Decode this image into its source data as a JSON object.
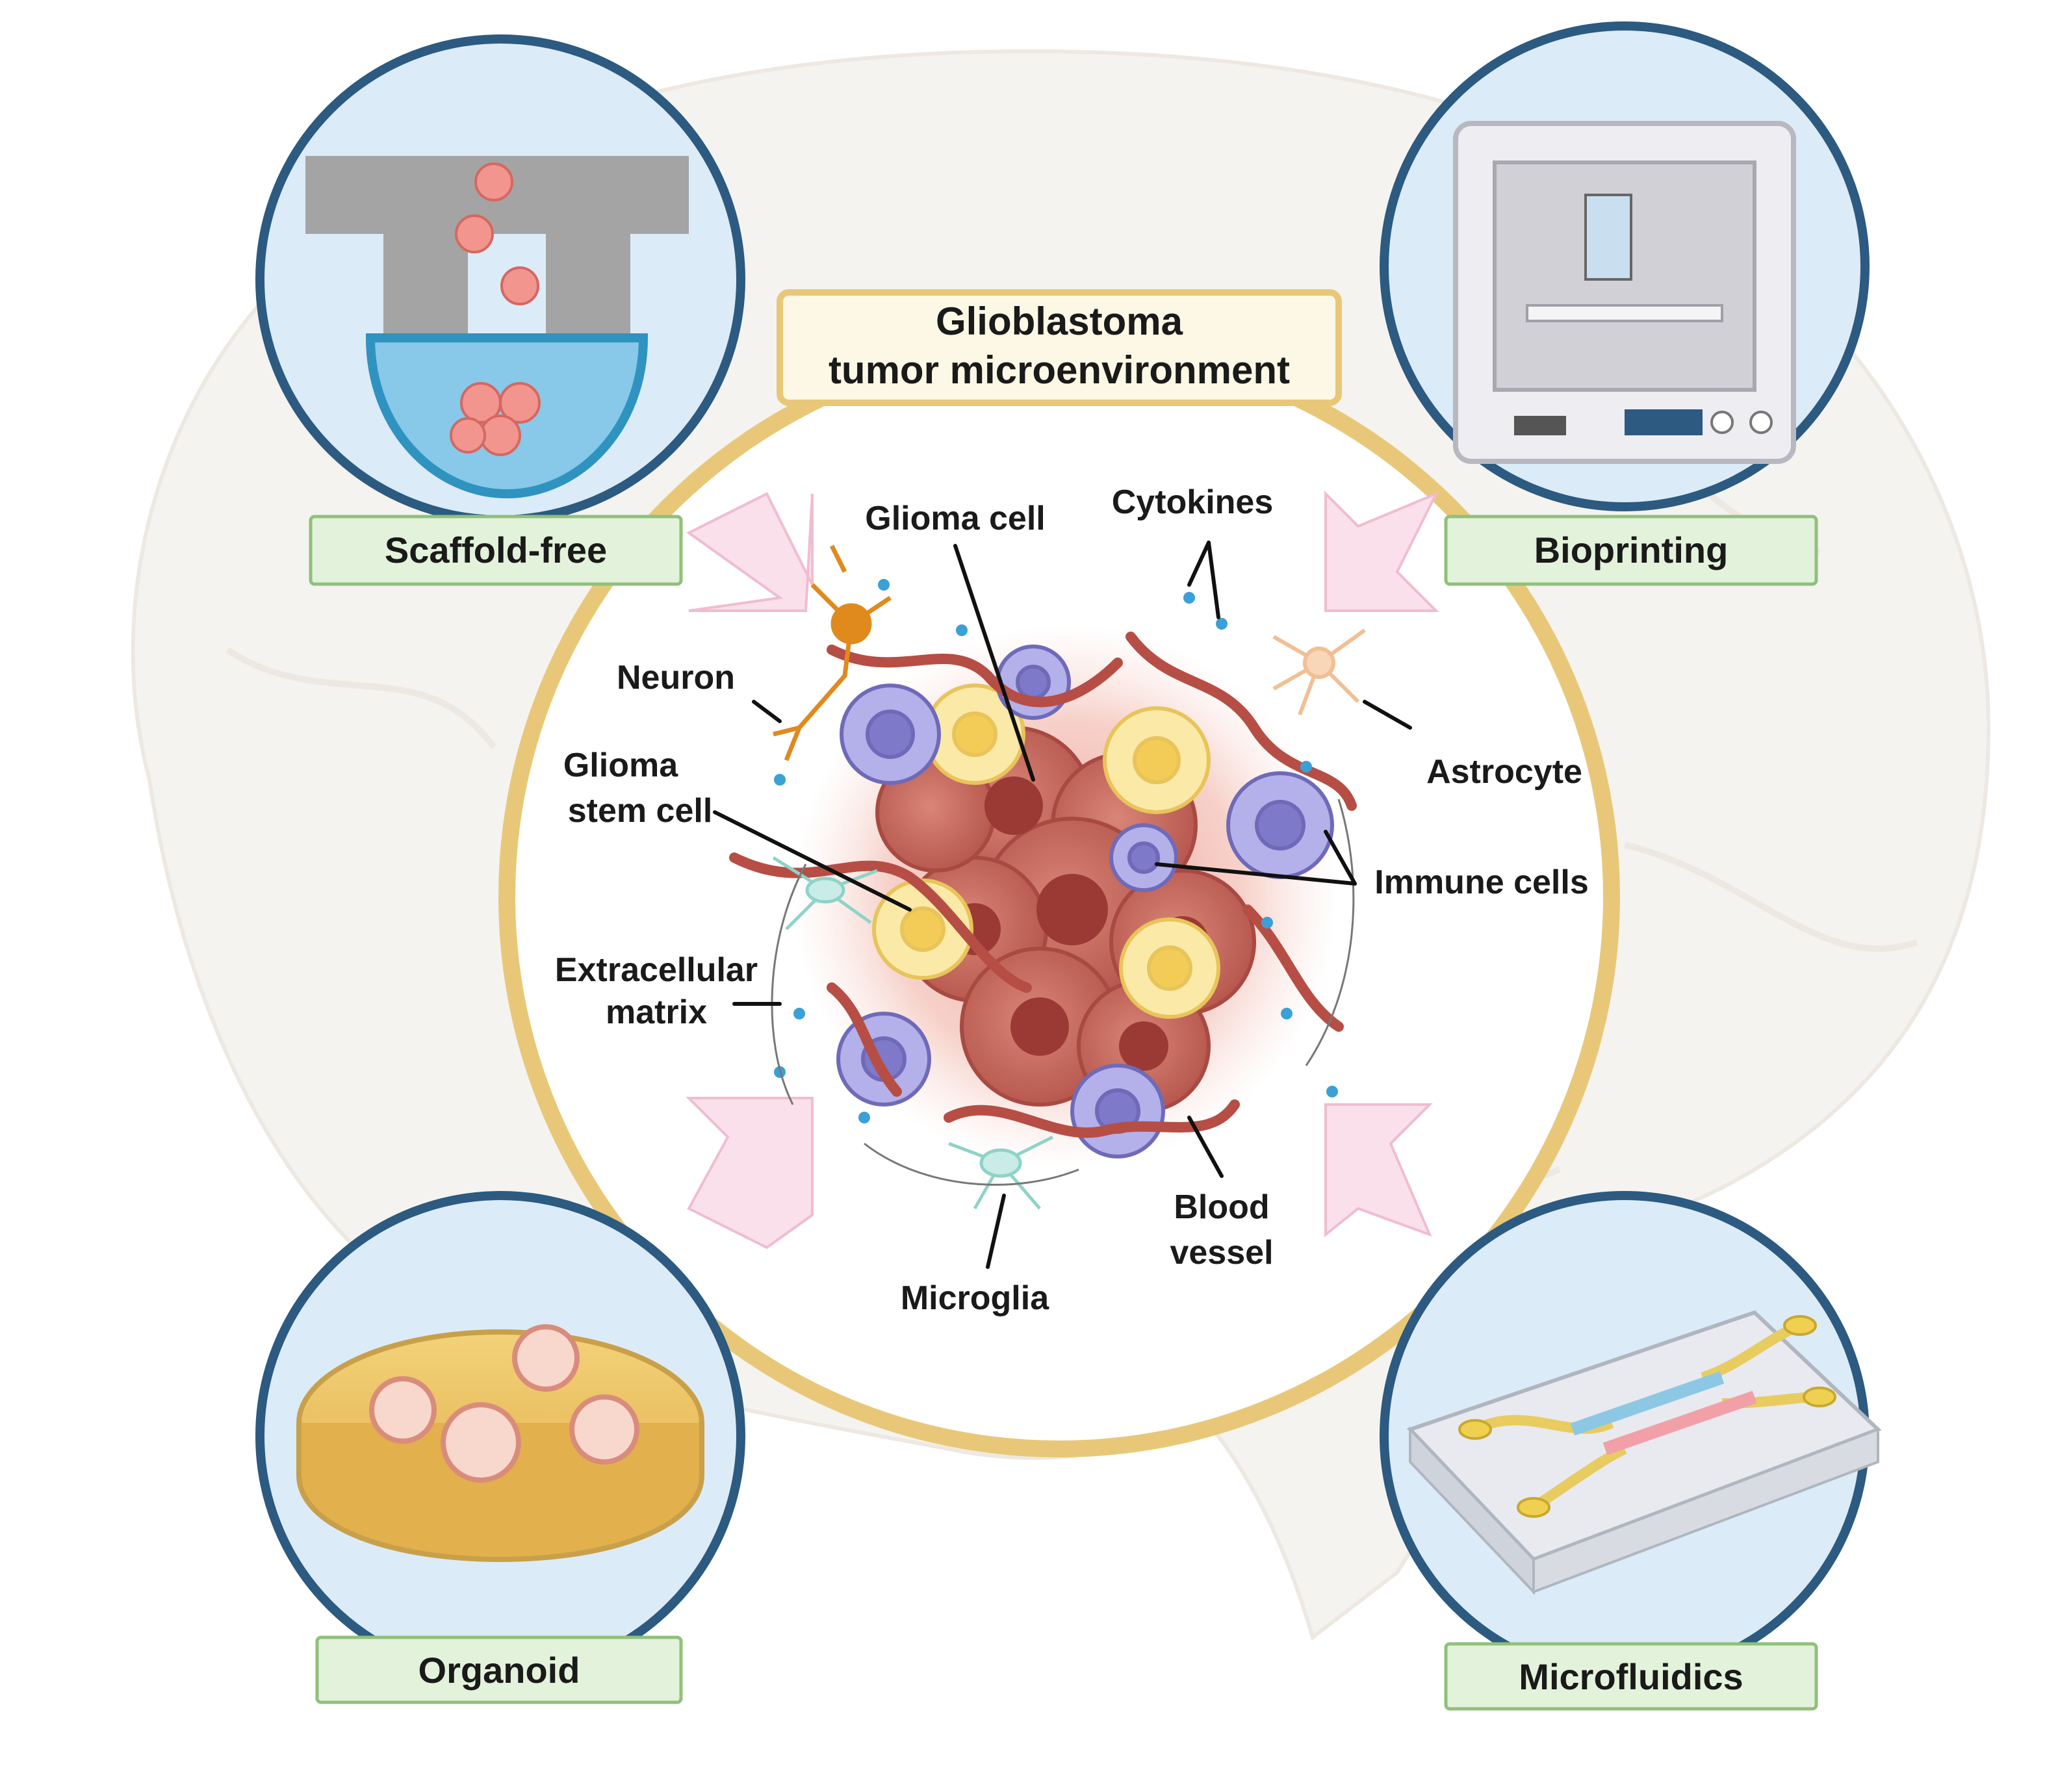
{
  "title": {
    "line1": "Glioblastoma",
    "line2": "tumor microenvironment"
  },
  "methods": {
    "scaffold_free": "Scaffold-free",
    "bioprinting": "Bioprinting",
    "organoid": "Organoid",
    "microfluidics": "Microfluidics"
  },
  "callouts": {
    "glioma_cell": "Glioma cell",
    "cytokines": "Cytokines",
    "neuron": "Neuron",
    "astrocyte": "Astrocyte",
    "glioma_stem_cell_1": "Glioma",
    "glioma_stem_cell_2": "stem cell",
    "immune_cells": "Immune cells",
    "ecm_1": "Extracellular",
    "ecm_2": "matrix",
    "blood_vessel_1": "Blood",
    "blood_vessel_2": "vessel",
    "microglia": "Microglia"
  },
  "colors": {
    "ring": "#e8c878",
    "method_circle_border": "#2c5a80",
    "method_circle_fill": "#dcebf8",
    "label_box_fill": "#e3f2da",
    "label_box_border": "#8fc07a",
    "title_box_fill": "#fdf8e6",
    "arrow_fill": "#fae0ea",
    "tumor": "#c96a60",
    "immune": "#9c98dc",
    "stem": "#f5de88",
    "brain_bg": "#f5f2ee"
  }
}
